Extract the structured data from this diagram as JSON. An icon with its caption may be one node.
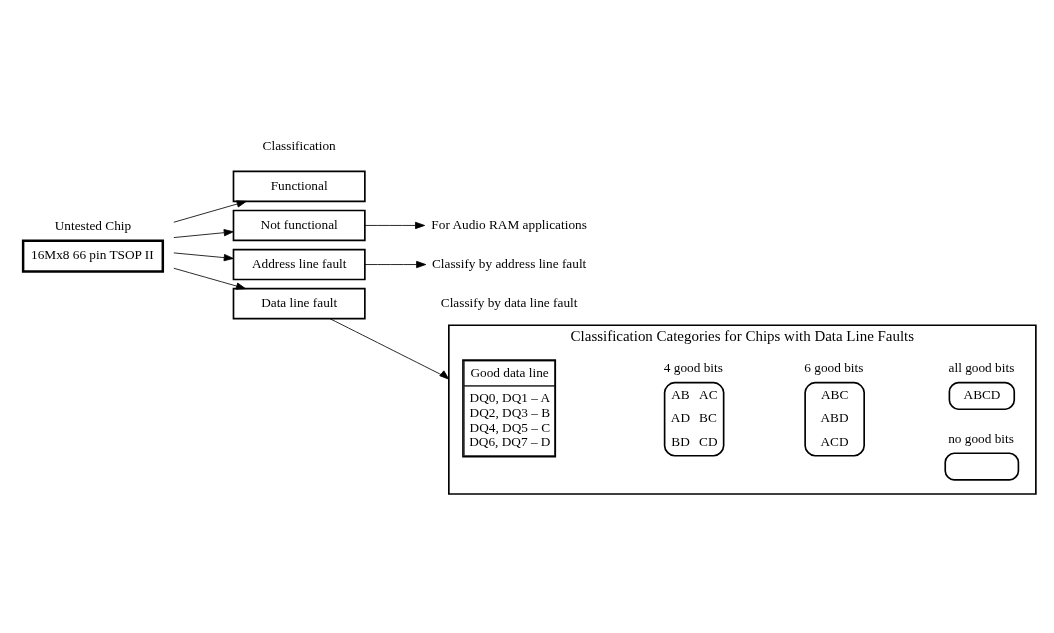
{
  "diagram": {
    "nodes": [
      {
        "text": [
          "Untested Chip",
          "16Mx8 66 pin TSOP II"
        ]
      },
      {
        "text": [
          "Functional"
        ]
      },
      {
        "text": [
          "Not functional"
        ]
      },
      {
        "text": [
          "Address line fault"
        ]
      },
      {
        "text": [
          "Data line fault"
        ]
      },
      {
        "text": [
          "For Audio RAM applications"
        ]
      },
      {
        "text": [
          "Classify by address line fault"
        ]
      },
      {
        "text": [
          "Classification Categories for Chips with Data Line Faults"
        ]
      },
      {
        "text": [
          "Good data line",
          "DQ0, DQ1 – A",
          "DQ2, DQ3 – B",
          "DQ4, DQ5 – C",
          "DQ6, DQ7 – D"
        ],
        "in": 7
      },
      {
        "text": [
          "4 good bits",
          "AB",
          "AC",
          "AD",
          "BC",
          "BD",
          "CD"
        ],
        "in": 7
      },
      {
        "text": [
          "6 good bits",
          "ABC",
          "ABD",
          "ACD"
        ],
        "in": 7
      },
      {
        "text": [
          "all good bits",
          "ABCD"
        ],
        "in": 7
      },
      {
        "text": [
          "no good bits"
        ],
        "in": 7
      }
    ],
    "edges": [
      {
        "from": 0,
        "to": 1,
        "arrow": "to"
      },
      {
        "from": 0,
        "to": 2,
        "arrow": "to"
      },
      {
        "from": 0,
        "to": 3,
        "arrow": "to"
      },
      {
        "from": 0,
        "to": 4,
        "arrow": "to"
      },
      {
        "from": 2,
        "to": 5,
        "arrow": "to"
      },
      {
        "from": 3,
        "to": 6,
        "arrow": "to"
      },
      {
        "from": 4,
        "to": 7,
        "arrow": "to"
      }
    ],
    "labels": [
      "Classification",
      "Classify by data line fault"
    ]
  }
}
